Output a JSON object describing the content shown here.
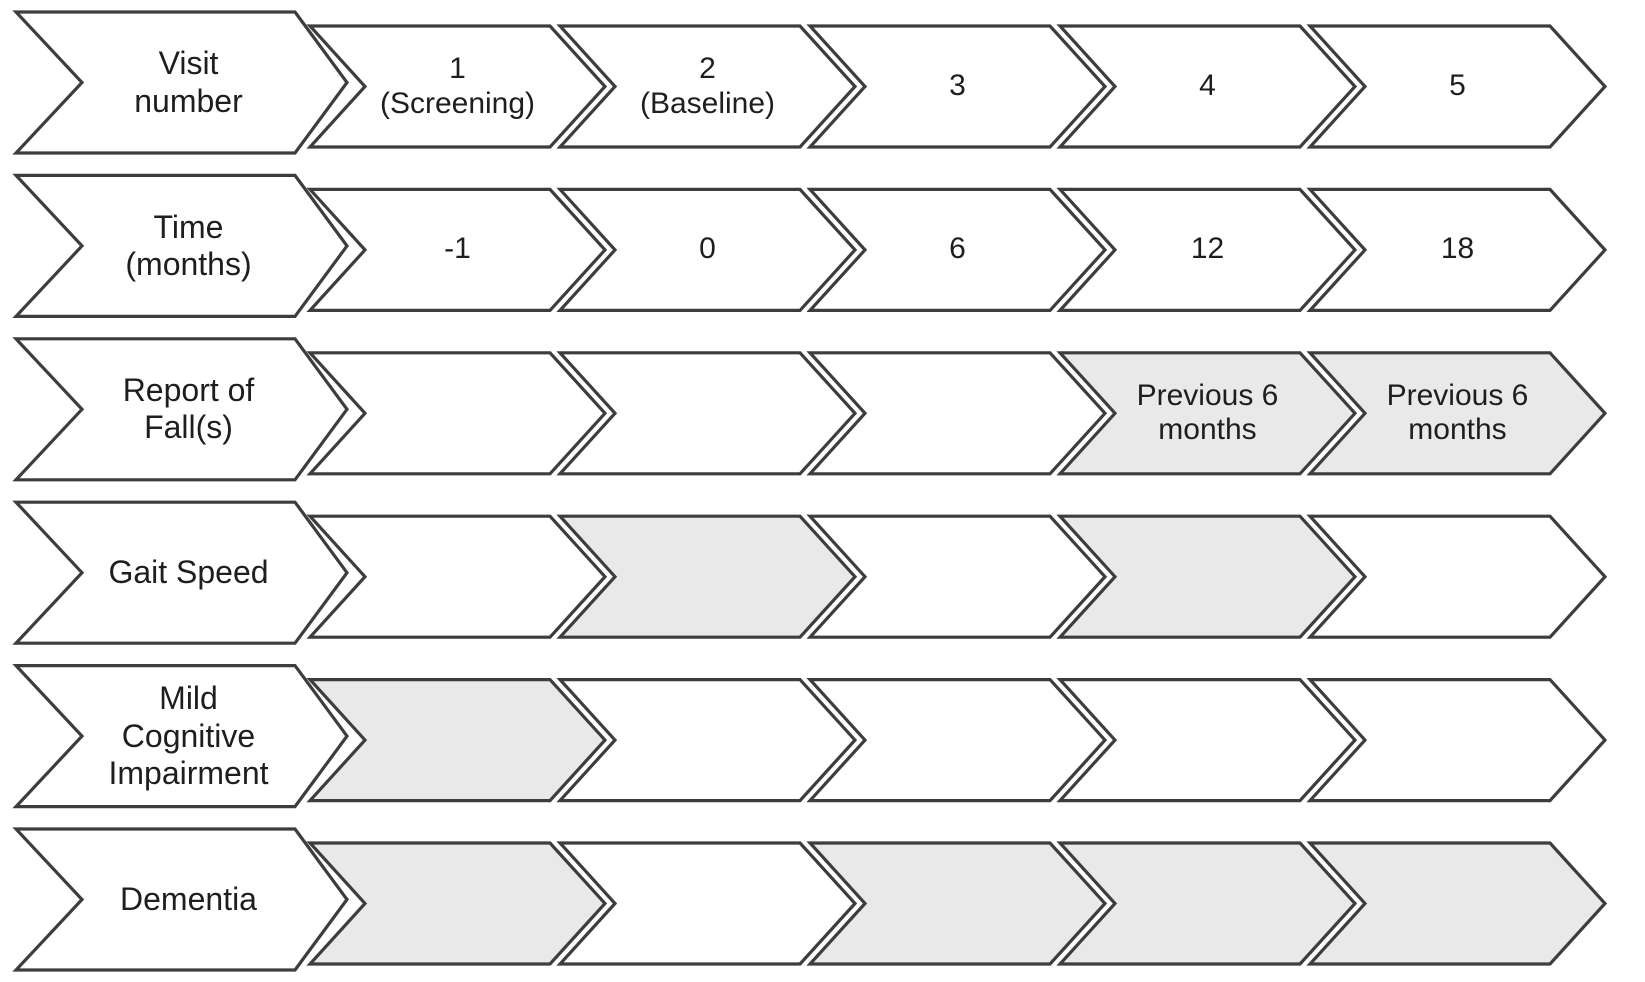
{
  "colors": {
    "chevron_outline": "#3d3d3d",
    "shaded_fill": "#e9e9e9",
    "plain_fill": "#ffffff",
    "text": "#1e1e1e"
  },
  "rows": [
    {
      "label": "Visit\nnumber",
      "cells": [
        {
          "text": "1\n(Screening)",
          "shaded": false
        },
        {
          "text": "2\n(Baseline)",
          "shaded": false
        },
        {
          "text": "3",
          "shaded": false
        },
        {
          "text": "4",
          "shaded": false
        },
        {
          "text": "5",
          "shaded": false
        }
      ]
    },
    {
      "label": "Time\n(months)",
      "cells": [
        {
          "text": "-1",
          "shaded": false
        },
        {
          "text": "0",
          "shaded": false
        },
        {
          "text": "6",
          "shaded": false
        },
        {
          "text": "12",
          "shaded": false
        },
        {
          "text": "18",
          "shaded": false
        }
      ]
    },
    {
      "label": "Report of\nFall(s)",
      "cells": [
        {
          "text": "",
          "shaded": false
        },
        {
          "text": "",
          "shaded": false
        },
        {
          "text": "",
          "shaded": false
        },
        {
          "text": "Previous 6\nmonths",
          "shaded": true
        },
        {
          "text": "Previous 6\nmonths",
          "shaded": true
        }
      ]
    },
    {
      "label": "Gait Speed",
      "cells": [
        {
          "text": "",
          "shaded": false
        },
        {
          "text": "",
          "shaded": true
        },
        {
          "text": "",
          "shaded": false
        },
        {
          "text": "",
          "shaded": true
        },
        {
          "text": "",
          "shaded": false
        }
      ]
    },
    {
      "label": "Mild\nCognitive\nImpairment",
      "cells": [
        {
          "text": "",
          "shaded": true
        },
        {
          "text": "",
          "shaded": false
        },
        {
          "text": "",
          "shaded": false
        },
        {
          "text": "",
          "shaded": false
        },
        {
          "text": "",
          "shaded": false
        }
      ]
    },
    {
      "label": "Dementia",
      "cells": [
        {
          "text": "",
          "shaded": true
        },
        {
          "text": "",
          "shaded": false
        },
        {
          "text": "",
          "shaded": true
        },
        {
          "text": "",
          "shaded": true
        },
        {
          "text": "",
          "shaded": true
        }
      ]
    }
  ]
}
